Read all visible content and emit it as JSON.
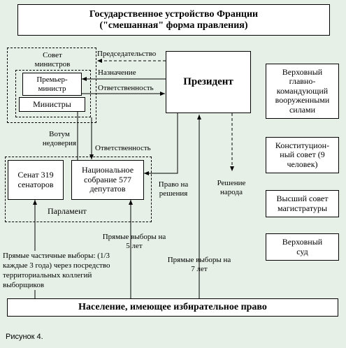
{
  "title": {
    "line1": "Государственное устройство Франции",
    "line2": "(\"смешанная\" форма правления)"
  },
  "boxes": {
    "president": "Президент",
    "council_label": "Совет министров",
    "prime_minister": "Премьер-министр",
    "ministers": "Министры",
    "senate": "Сенат 319 сенаторов",
    "national_assembly": "Национальное собрание 577 депутатов",
    "parliament_label": "Парламент",
    "supreme_commander": "Верховный главно-командующий вооруженными силами",
    "constitutional_council": "Конституцион-ный совет (9 человек)",
    "magistracy_council": "Высший совет магистратуры",
    "supreme_court": "Верховный суд",
    "population": "Население, имеющее избирательное право"
  },
  "relations": {
    "chairmanship": "Председательство",
    "appointment": "Назначение",
    "responsibility_pm": "Ответственность",
    "no_confidence": "Вотум недоверия",
    "responsibility_assembly": "Ответственность",
    "dissolution_right": "Право на решения",
    "referendum": "Решение народа",
    "direct_5": "Прямые выборы на 5 лет",
    "direct_7": "Прямые выборы на 7 лет",
    "senate_elections": "Прямые частичные выборы: (1/3 каждые 3 года) через посредство территориальных коллегий выборщиков"
  },
  "caption": "Рисунок 4."
}
